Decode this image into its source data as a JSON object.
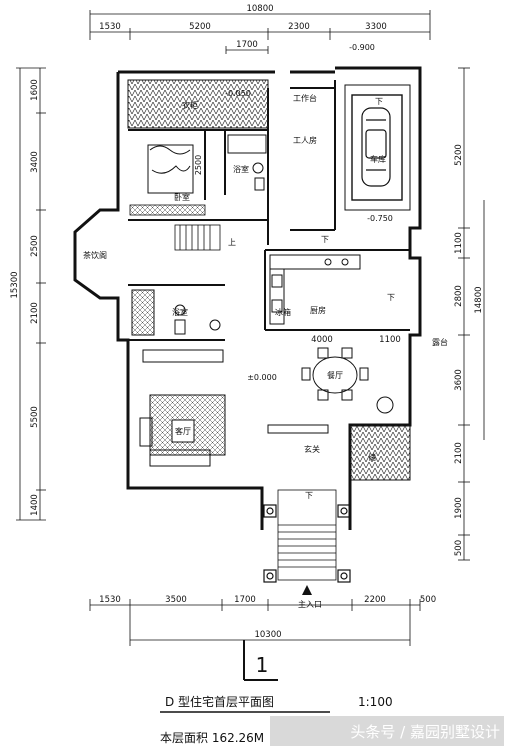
{
  "drawing": {
    "top_total": "10800",
    "top_dims": [
      "1530",
      "5200",
      "2300",
      "3300"
    ],
    "top_inner": "1700",
    "bottom_dims": [
      "1530",
      "3500",
      "1700",
      "2200",
      "500"
    ],
    "bottom_total": "10300",
    "left_total": "15300",
    "left_dims": [
      "1600",
      "3400",
      "2500",
      "2100",
      "5500",
      "1400"
    ],
    "right_dims": [
      "5200",
      "1100",
      "2800",
      "3600",
      "2100",
      "1900",
      "500"
    ],
    "right_total": "14800",
    "kitchen_width": "4000",
    "kitchen_depth": "1100",
    "floor_label": "1"
  },
  "rooms": {
    "closet": "衣柜",
    "laundry": "工作台",
    "utility": "工人房",
    "garage": "车库",
    "bedroom": "卧室",
    "bathroom1": "浴室",
    "bathroom2": "浴室",
    "sunroom": "茶饮阁",
    "kitchen": "厨房",
    "kitchen_small": "冰箱",
    "dining": "餐厅",
    "living": "客厅",
    "foyer": "玄关",
    "storage": "储",
    "terrace": "露台",
    "entrance": "主入口"
  },
  "levels": {
    "garage_top": "-0.900",
    "garage_bottom": "-0.750",
    "closet": "-0.050",
    "floor": "±0.000",
    "height_note": "2500"
  },
  "markers": {
    "down": "下",
    "up": "上"
  },
  "title": "D 型住宅首层平面图",
  "scale": "1:100",
  "area": "本层面积 162.26M",
  "watermark": "头条号 / 嘉园别墅设计"
}
